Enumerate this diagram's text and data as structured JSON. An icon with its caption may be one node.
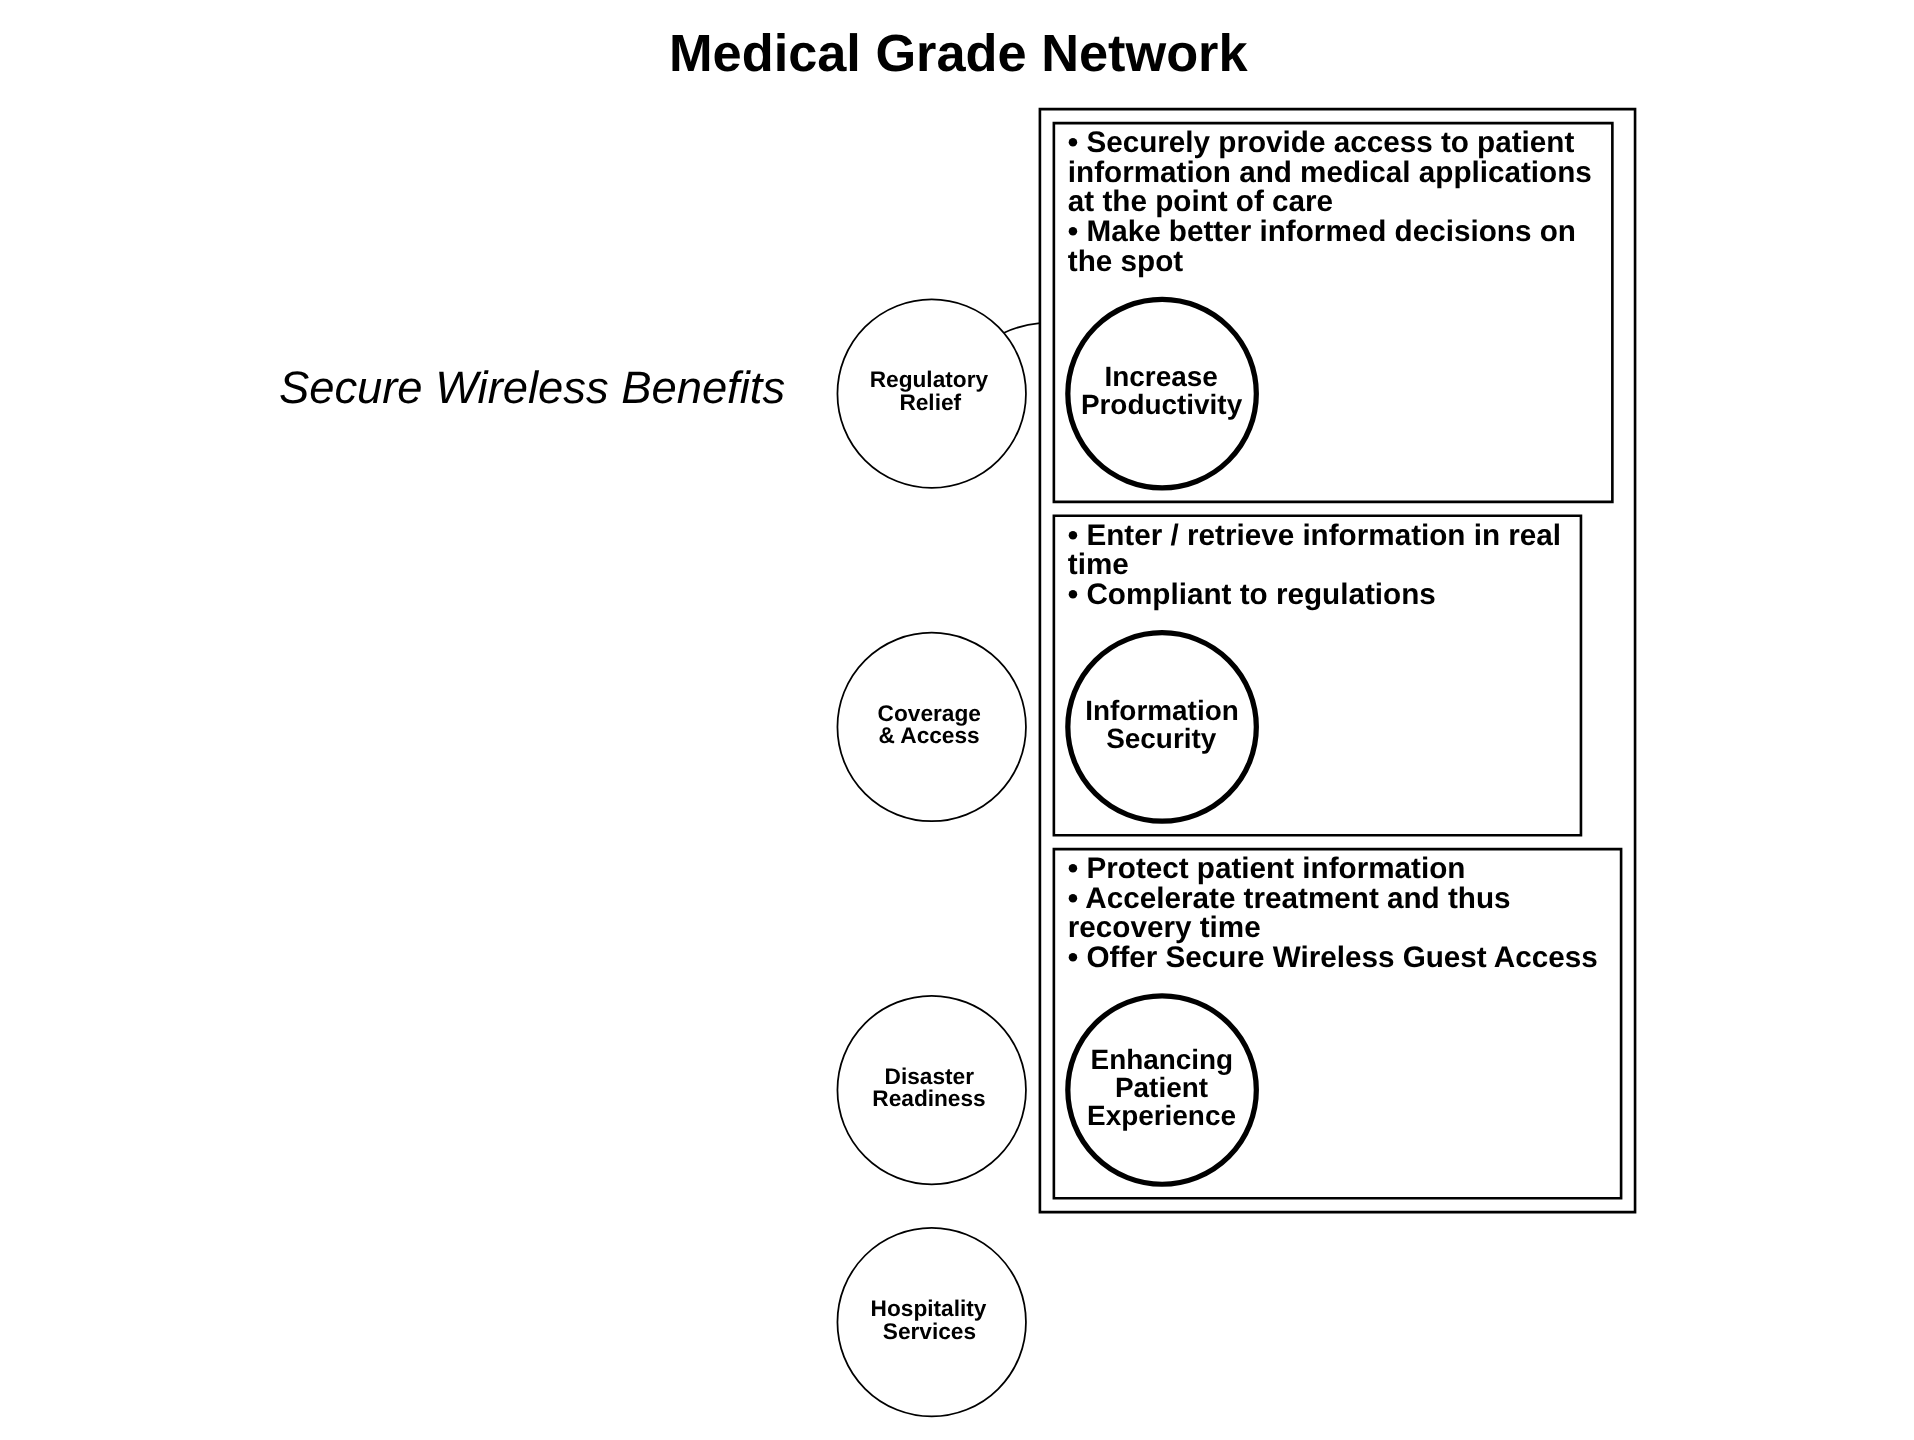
{
  "diagram": {
    "title": "Medical Grade Network",
    "nodes": [
      {
        "text": [
          "Regulatory Relief"
        ]
      },
      {
        "text": [
          "Coverage & Access"
        ]
      },
      {
        "text": [
          "Disaster Readiness"
        ]
      },
      {
        "text": [
          "Hospitality Services"
        ]
      },
      {
        "text": [],
        "shape": "box"
      },
      {
        "text": [
          "• Securely provide access to patient information and medical applications at the point of care",
          "• Make better informed decisions on the spot"
        ],
        "in": 4
      },
      {
        "text": [
          "Increase Productivity"
        ],
        "in": 5
      },
      {
        "text": [
          "• Enter / retrieve information in real time",
          "• Compliant to regulations"
        ],
        "in": 4
      },
      {
        "text": [
          "Information Security"
        ],
        "in": 7
      },
      {
        "text": [
          "• Protect patient information",
          "• Accelerate treatment and thus recovery time",
          "• Offer Secure Wireless Guest Access"
        ],
        "in": 4
      },
      {
        "text": [
          "Enhancing Patient Experience"
        ],
        "in": 9
      }
    ],
    "edges": [
      {
        "from": 0,
        "to": 4,
        "arrow": "none"
      }
    ],
    "labels": [
      "Secure Wireless Benefits"
    ]
  }
}
